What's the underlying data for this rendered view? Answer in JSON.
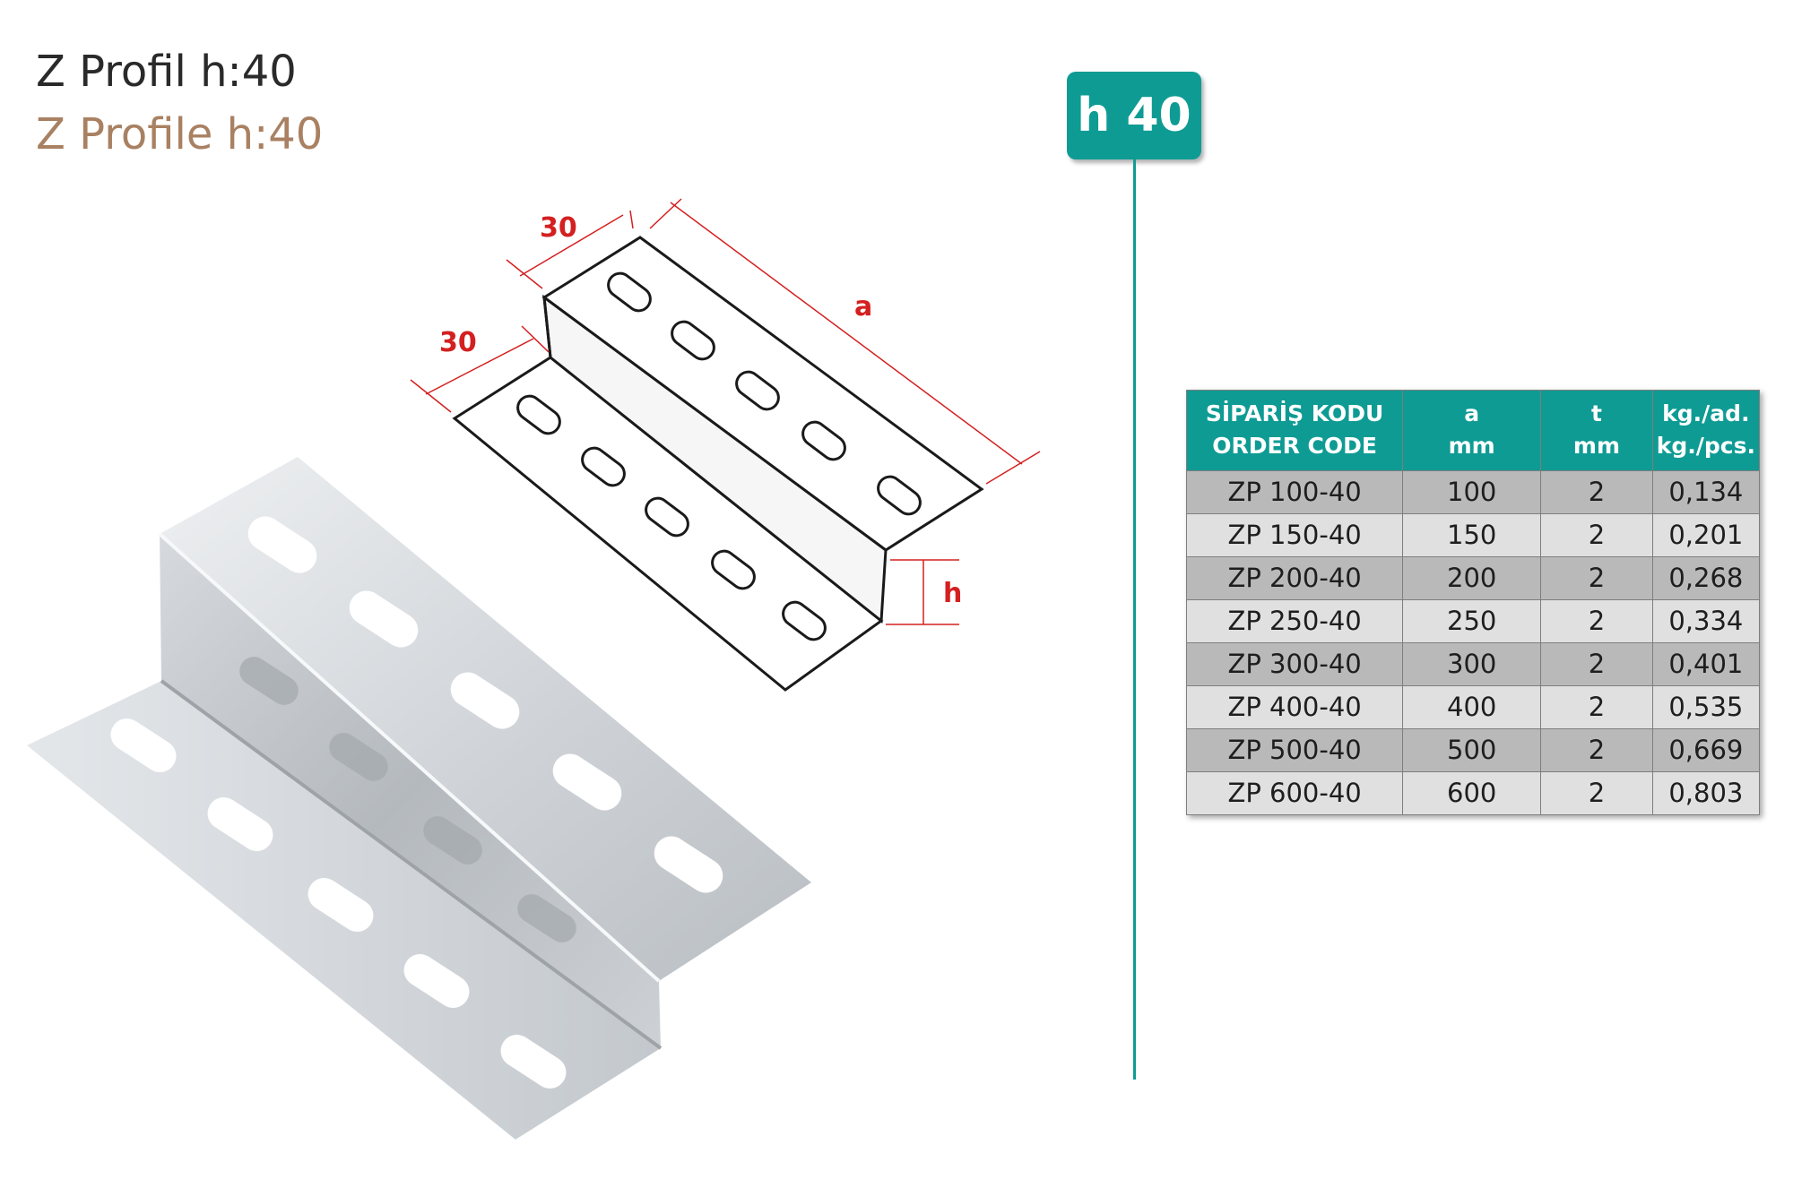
{
  "title": {
    "tr": "Z Profil h:40",
    "en": "Z Profile h:40"
  },
  "badge": "h 40",
  "dimensions": {
    "upper_width": "30",
    "lower_width": "30",
    "length": "a",
    "height": "h"
  },
  "table": {
    "headers": [
      {
        "line1": "SİPARİŞ KODU",
        "line2": "ORDER CODE"
      },
      {
        "line1": "a",
        "line2": "mm"
      },
      {
        "line1": "t",
        "line2": "mm"
      },
      {
        "line1": "kg./ad.",
        "line2": "kg./pcs."
      }
    ],
    "rows": [
      [
        "ZP 100-40",
        "100",
        "2",
        "0,134"
      ],
      [
        "ZP 150-40",
        "150",
        "2",
        "0,201"
      ],
      [
        "ZP 200-40",
        "200",
        "2",
        "0,268"
      ],
      [
        "ZP 250-40",
        "250",
        "2",
        "0,334"
      ],
      [
        "ZP 300-40",
        "300",
        "2",
        "0,401"
      ],
      [
        "ZP 400-40",
        "400",
        "2",
        "0,535"
      ],
      [
        "ZP 500-40",
        "500",
        "2",
        "0,669"
      ],
      [
        "ZP 600-40",
        "600",
        "2",
        "0,803"
      ]
    ]
  },
  "colors": {
    "accent": "#0e9b94",
    "dimension": "#d42020",
    "subtitle": "#a98162"
  }
}
